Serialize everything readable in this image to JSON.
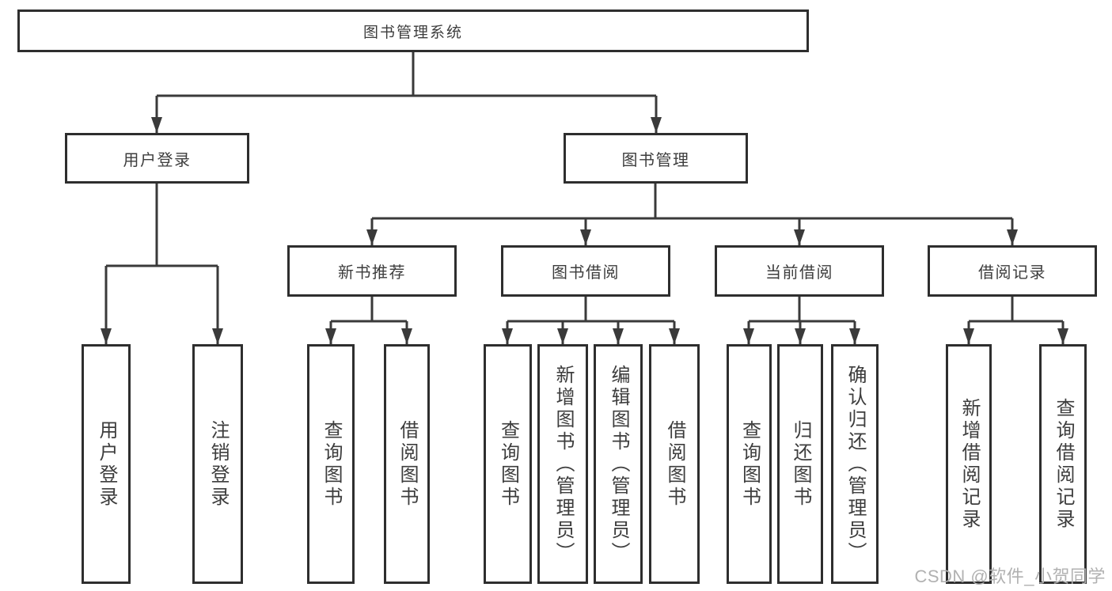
{
  "tree": {
    "root": {
      "label": "图书管理系统"
    },
    "children": [
      {
        "label": "用户登录",
        "children": [
          {
            "label": "用户登录"
          },
          {
            "label": "注销登录"
          }
        ]
      },
      {
        "label": "图书管理",
        "children": [
          {
            "label": "新书推荐",
            "children": [
              {
                "label": "查询图书"
              },
              {
                "label": "借阅图书"
              }
            ]
          },
          {
            "label": "图书借阅",
            "children": [
              {
                "label": "查询图书"
              },
              {
                "label": "新增图书（管理员）"
              },
              {
                "label": "编辑图书（管理员）"
              },
              {
                "label": "借阅图书"
              }
            ]
          },
          {
            "label": "当前借阅",
            "children": [
              {
                "label": "查询图书"
              },
              {
                "label": "归还图书"
              },
              {
                "label": "确认归还（管理员）"
              }
            ]
          },
          {
            "label": "借阅记录",
            "children": [
              {
                "label": "新增借阅记录"
              },
              {
                "label": "查询借阅记录"
              }
            ]
          }
        ]
      }
    ]
  },
  "watermark": {
    "text": "CSDN @软件_小贺同学"
  },
  "colors": {
    "line": "#3a3a3a",
    "box_border": "#2e2e2e",
    "text": "#3d3d3d",
    "watermark": "#b1b1b1",
    "background": "#ffffff"
  }
}
